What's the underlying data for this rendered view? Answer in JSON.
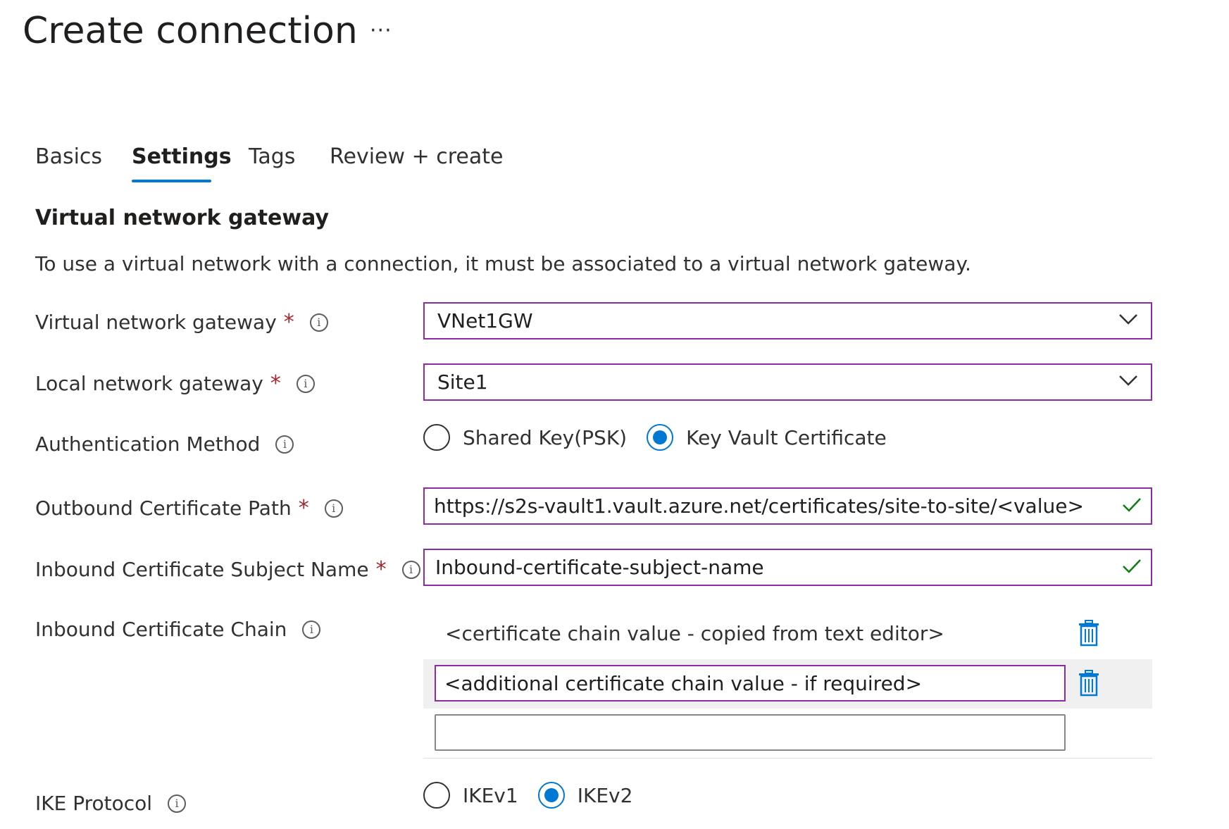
{
  "page": {
    "title": "Create connection",
    "more_label": "···"
  },
  "tabs": [
    {
      "label": "Basics",
      "active": false
    },
    {
      "label": "Settings",
      "active": true
    },
    {
      "label": "Tags",
      "active": false
    },
    {
      "label": "Review + create",
      "active": false
    }
  ],
  "section": {
    "title": "Virtual network gateway",
    "description": "To use a virtual network with a connection, it must be associated to a virtual network gateway."
  },
  "fields": {
    "virtual_network_gateway": {
      "label": "Virtual network gateway",
      "required": "*",
      "value": "VNet1GW"
    },
    "local_network_gateway": {
      "label": "Local network gateway",
      "required": "*",
      "value": "Site1"
    },
    "authentication_method": {
      "label": "Authentication Method",
      "options": [
        "Shared Key(PSK)",
        "Key Vault Certificate"
      ],
      "selected": "Key Vault Certificate"
    },
    "outbound_certificate_path": {
      "label": "Outbound Certificate Path",
      "required": "*",
      "value": "https://s2s-vault1.vault.azure.net/certificates/site-to-site/<value>"
    },
    "inbound_certificate_subject_name": {
      "label": "Inbound Certificate Subject Name",
      "required": "*",
      "value": "Inbound-certificate-subject-name"
    },
    "inbound_certificate_chain": {
      "label": "Inbound Certificate Chain",
      "values": [
        "<certificate chain value - copied from text editor>",
        "<additional certificate chain value - if required>",
        ""
      ]
    },
    "ike_protocol": {
      "label": "IKE Protocol",
      "options": [
        "IKEv1",
        "IKEv2"
      ],
      "selected": "IKEv2"
    }
  },
  "icons": {
    "info": "i",
    "dropdown": "chevron-down-icon",
    "valid": "checkmark-icon",
    "delete": "trash-icon"
  },
  "colors": {
    "accent": "#0078d4",
    "focus_border": "#8a2da5",
    "required": "#a4262c",
    "valid": "#107c10"
  }
}
